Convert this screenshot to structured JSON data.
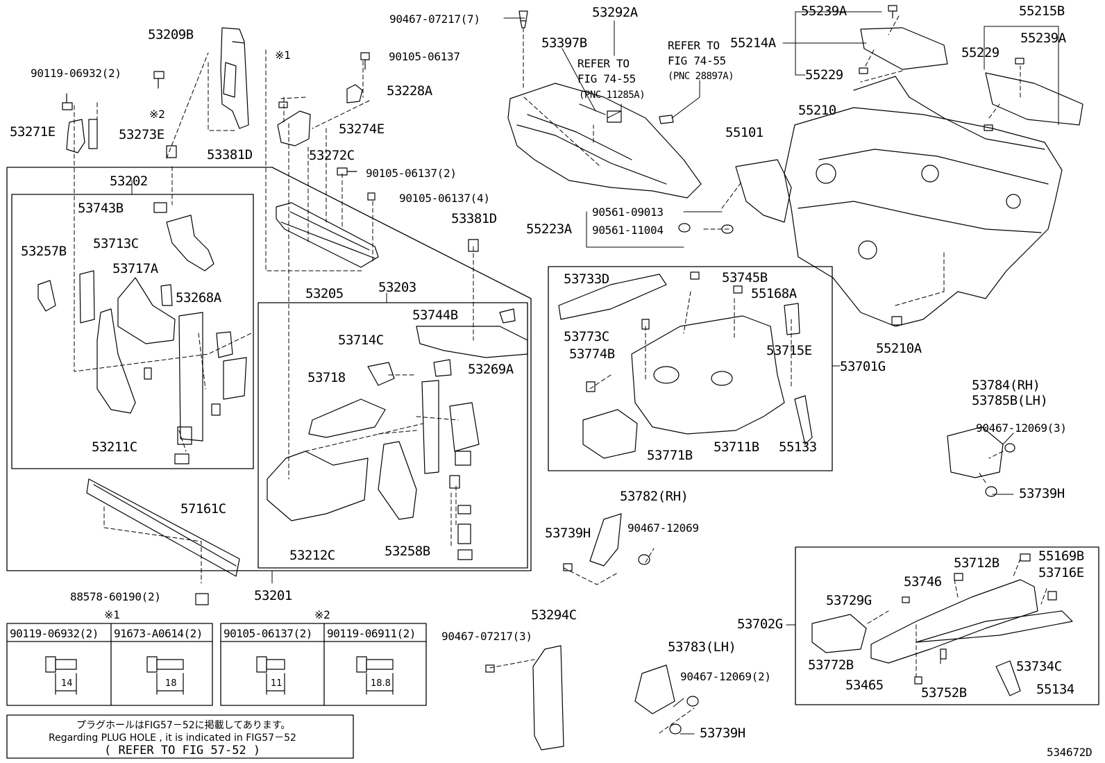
{
  "diagram_id": "534672D",
  "labels": {
    "p53209B": "53209B",
    "p90119_06932_2": "90119-06932(2)",
    "p53271E": "53271E",
    "p53273E": "53273E",
    "ref_mark1": "※1",
    "ref_mark2": "※2",
    "p53381D_a": "53381D",
    "p90105_06137": "90105-06137",
    "p53228A": "53228A",
    "p53274E": "53274E",
    "p53272C": "53272C",
    "p90105_06137_2": "90105-06137(2)",
    "p90105_06137_4": "90105-06137(4)",
    "p90467_07217_7": "90467-07217(7)",
    "p53292A": "53292A",
    "p53397B": "53397B",
    "refer1_l1": "REFER TO",
    "refer1_l2": "FIG 74-55",
    "refer1_l3": "(PNC 11285A)",
    "refer2_l1": "REFER TO",
    "refer2_l2": "FIG 74-55",
    "refer2_l3": "(PNC 28897A)",
    "p55239A_a": "55239A",
    "p55214A": "55214A",
    "p55229_a": "55229",
    "p55215B": "55215B",
    "p55239A_b": "55239A",
    "p55229_b": "55229",
    "p55210": "55210",
    "p55101": "55101",
    "p90561_09013": "90561-09013",
    "p55223A": "55223A",
    "p90561_11004": "90561-11004",
    "p55210A": "55210A",
    "p53202": "53202",
    "p53743B": "53743B",
    "p53713C": "53713C",
    "p53257B": "53257B",
    "p53717A": "53717A",
    "p53268A": "53268A",
    "p53211C": "53211C",
    "p53205": "53205",
    "p53381D_b": "53381D",
    "p53203": "53203",
    "p53744B": "53744B",
    "p53714C": "53714C",
    "p53718": "53718",
    "p53269A": "53269A",
    "p53212C": "53212C",
    "p53258B": "53258B",
    "p57161C": "57161C",
    "p88578_60190_2": "88578-60190(2)",
    "p53201": "53201",
    "p53733D": "53733D",
    "p53745B": "53745B",
    "p55168A": "55168A",
    "p53773C": "53773C",
    "p53774B": "53774B",
    "p53715E": "53715E",
    "p53701G": "53701G",
    "p53771B": "53771B",
    "p53711B": "53711B",
    "p55133": "55133",
    "p53784RH": "53784(RH)",
    "p53785BLH": "53785B(LH)",
    "p90467_12069_3": "90467-12069(3)",
    "p53739H_a": "53739H",
    "p53782RH": "53782(RH)",
    "p53739H_b": "53739H",
    "p90467_12069": "90467-12069",
    "p53294C": "53294C",
    "p90467_07217_3": "90467-07217(3)",
    "p53783LH": "53783(LH)",
    "p90467_12069_2": "90467-12069(2)",
    "p53739H_c": "53739H",
    "p55169B": "55169B",
    "p53712B": "53712B",
    "p53716E": "53716E",
    "p53746": "53746",
    "p53729G": "53729G",
    "p53702G": "53702G",
    "p53772B": "53772B",
    "p53734C": "53734C",
    "p53465": "53465",
    "p53752B": "53752B",
    "p55134": "55134"
  },
  "fastener_tables": [
    {
      "mark": "※1",
      "columns": [
        {
          "header": "90119-06932(2)",
          "length": "14"
        },
        {
          "header": "91673-A0614(2)",
          "length": "18"
        }
      ]
    },
    {
      "mark": "※2",
      "columns": [
        {
          "header": "90105-06137(2)",
          "length": "11"
        },
        {
          "header": "90119-06911(2)",
          "length": "18.8"
        }
      ]
    }
  ],
  "plug_note": {
    "jp": "プラグホールはFIG57－52に掲載してあります。",
    "en": "Regarding PLUG HOLE , it is indicated in FIG57－52",
    "ref": "( REFER TO FIG 57-52 )"
  }
}
